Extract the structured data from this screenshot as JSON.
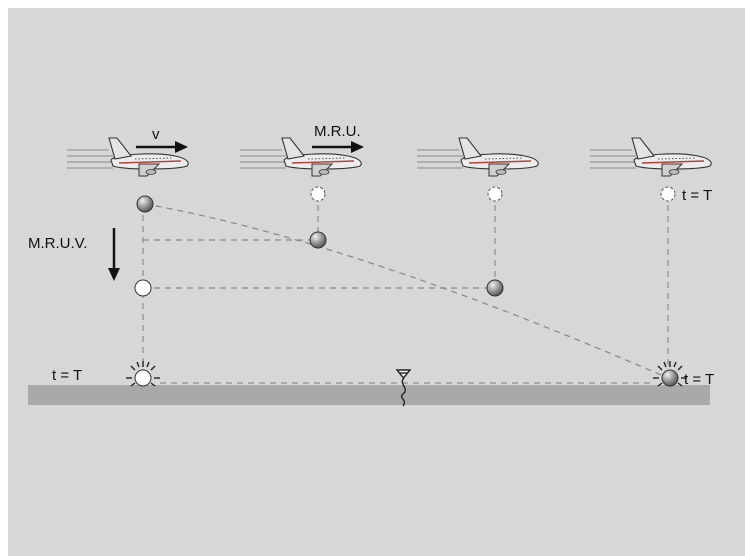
{
  "labels": {
    "velocity": "v",
    "horizontal_motion": "M.R.U.",
    "vertical_motion": "M.R.U.V.",
    "time_top_right": "t = T",
    "time_ground_left": "t = T",
    "time_ground_right": "t = T"
  },
  "colors": {
    "background": "#d7d7d7",
    "ground": "#a9a9a9",
    "dashed_line": "#8c8c8c",
    "ball_shaded": "#8f8f8f",
    "ball_light": "#ffffff",
    "plane_body": "#ececec",
    "plane_stripe": "#b0463a"
  },
  "icons": {
    "plane": "airplane-icon",
    "ball": "sphere-icon",
    "impact": "starburst-icon",
    "ground_marker": "break-symbol-icon"
  }
}
